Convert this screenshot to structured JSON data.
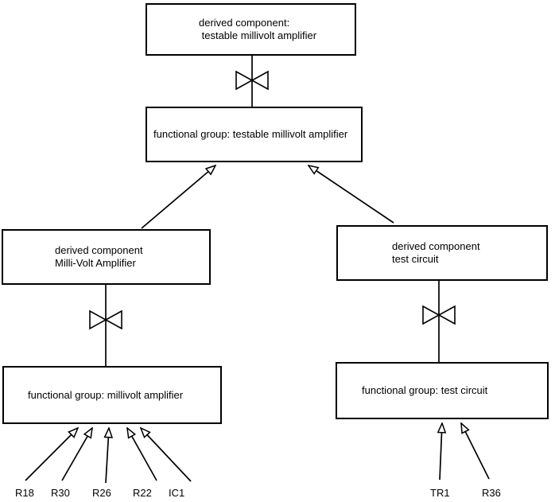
{
  "diagram": {
    "top_derived": {
      "line1": "derived component:",
      "line2": " testable millivolt amplifier"
    },
    "top_functional": {
      "label": "functional group: testable millivolt amplifier"
    },
    "left_derived": {
      "line1": "derived component",
      "line2": "Milli-Volt Amplifier"
    },
    "right_derived": {
      "line1": "derived component",
      "line2": "test circuit"
    },
    "left_functional": {
      "label": "functional group: millivolt amplifier"
    },
    "right_functional": {
      "label": "functional group: test circuit"
    },
    "left_components": [
      "R18",
      "R30",
      "R26",
      "R22",
      "IC1"
    ],
    "right_components": [
      "TR1",
      "R36"
    ],
    "colors": {
      "line": "#000000",
      "text": "#000000",
      "background": "#ffffff"
    }
  }
}
